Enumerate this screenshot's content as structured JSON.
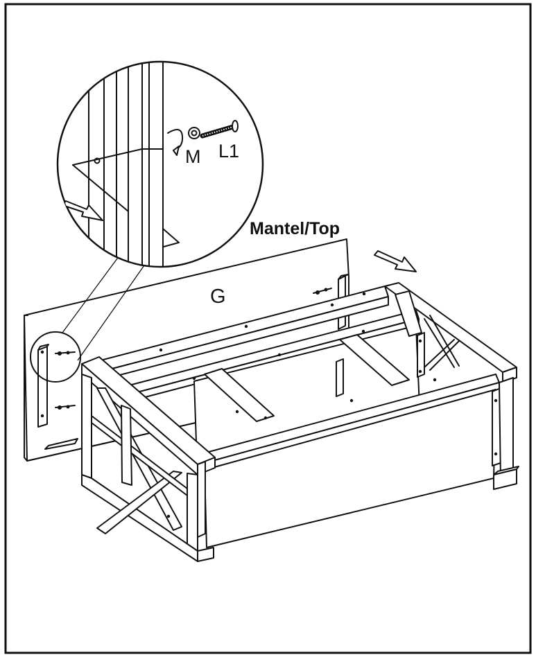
{
  "diagram": {
    "title_label": "Mantel/Top",
    "panel_label": "G",
    "washer_label": "M",
    "bolt_label": "L1"
  },
  "colors": {
    "line": "#111111",
    "background": "#ffffff",
    "shade": "#cfcfcf"
  },
  "icons": [
    "arrow-direction-icon",
    "rotate-arrow-icon",
    "bolt-icon",
    "washer-icon"
  ]
}
